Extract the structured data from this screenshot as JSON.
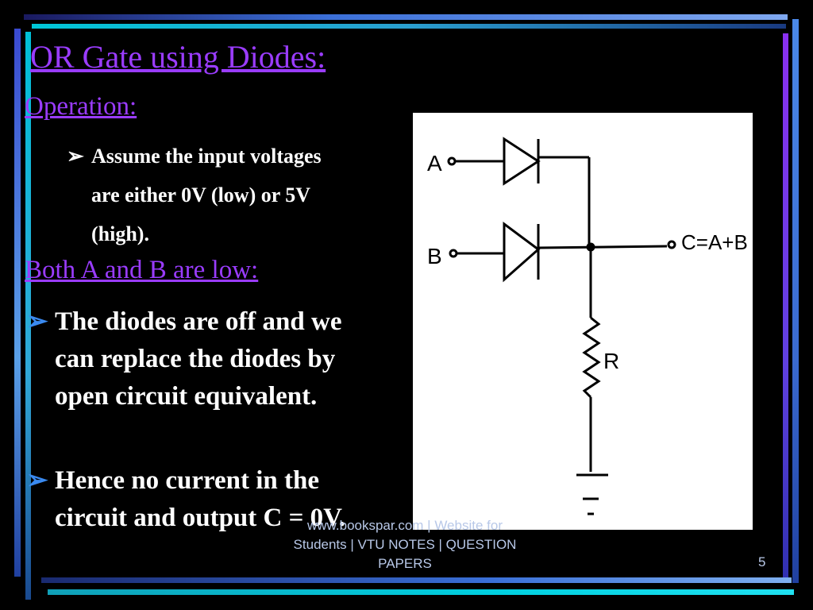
{
  "slide": {
    "title": "OR Gate using Diodes:",
    "operation_heading": "Operation:",
    "operation_bullet": "Assume the input voltages are either 0V (low) or 5V (high).",
    "case_heading": "Both A and B are low:",
    "bullets": [
      "The diodes are off and we can replace the diodes by open circuit equivalent.",
      "Hence no current in the circuit and output C = 0V."
    ],
    "arrow_symbol": "➢"
  },
  "circuit": {
    "input_a": "A",
    "input_b": "B",
    "output": "C=A+B",
    "resistor": "R"
  },
  "footer": {
    "watermark": "www.bookspar.com | Website for Students | VTU NOTES | QUESTION PAPERS",
    "page_number": "5"
  },
  "colors": {
    "background": "#000000",
    "heading": "#9a3cff",
    "body_text": "#ffffff",
    "bullet_arrow": "#3a8af0"
  }
}
